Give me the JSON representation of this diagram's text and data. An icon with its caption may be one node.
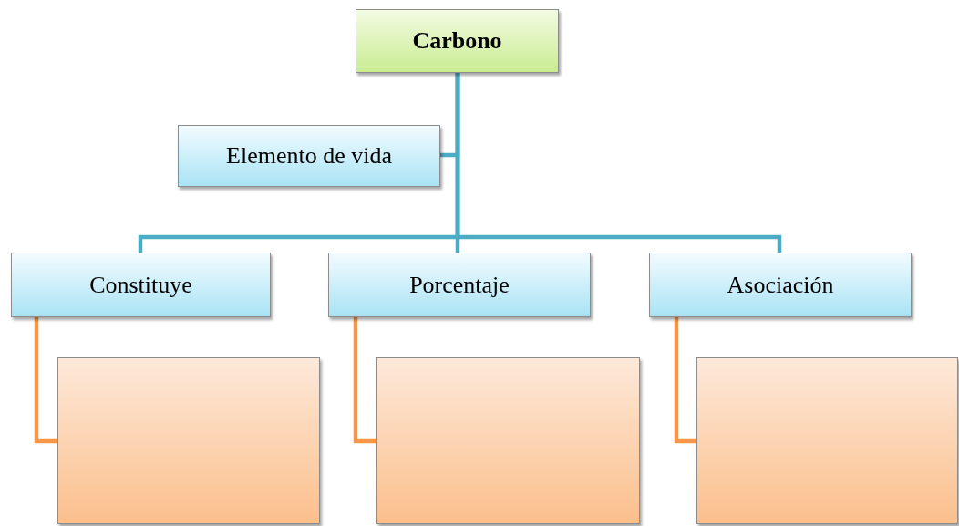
{
  "diagram": {
    "nodes": [
      {
        "text": [
          "Carbono"
        ]
      },
      {
        "text": [
          "Elemento de vida"
        ]
      },
      {
        "text": [
          "Constituye"
        ]
      },
      {
        "text": [
          "Porcentaje"
        ]
      },
      {
        "text": [
          "Asociación"
        ]
      },
      {
        "text": [],
        "shape": "box"
      },
      {
        "text": [],
        "shape": "box"
      },
      {
        "text": [],
        "shape": "box"
      }
    ],
    "edges": [
      {
        "from": 0,
        "to": 1,
        "arrow": "none"
      },
      {
        "from": 0,
        "to": 2,
        "arrow": "none"
      },
      {
        "from": 0,
        "to": 3,
        "arrow": "none"
      },
      {
        "from": 0,
        "to": 4,
        "arrow": "none"
      },
      {
        "from": 2,
        "to": 5,
        "arrow": "none",
        "color": "#f79646"
      },
      {
        "from": 3,
        "to": 6,
        "arrow": "none",
        "color": "#f79646"
      },
      {
        "from": 4,
        "to": 7,
        "arrow": "none",
        "color": "#f79646"
      }
    ]
  }
}
